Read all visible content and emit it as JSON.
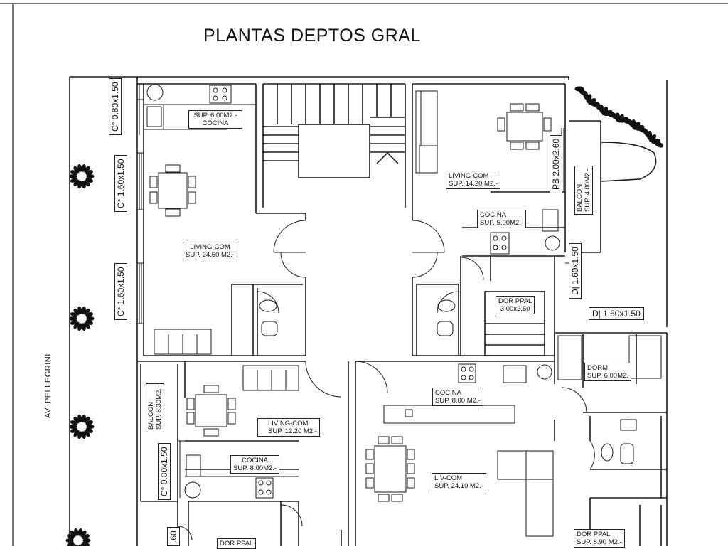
{
  "title": "PLANTAS DEPTOS GRAL",
  "street": "AV. PELLEGRINI",
  "rooms": {
    "kitchen_tl": {
      "area": "SUP. 6.00M2.-",
      "name": "COCINA"
    },
    "living_left": {
      "name": "LIVING-COM",
      "area": "SUP. 24.50 M2.-"
    },
    "living_tr": {
      "name": "LIVING-COM",
      "area": "SUP. 14.20 M2.-"
    },
    "kitchen_tr": {
      "name": "COCINA",
      "area": "SUP. 5.00M2.-"
    },
    "balcon_tr": {
      "name": "BALCON",
      "area": "SUP. 4.00M2.-"
    },
    "dor_ppal_tr": {
      "name": "DOR PPAL",
      "dims": "3.00x2.60"
    },
    "dorm_r": {
      "name": "DORM",
      "area": "SUP. 6.00M2."
    },
    "kitchen_center": {
      "name": "COCINA",
      "area": "SUP. 8.00 M2.-"
    },
    "living_bl": {
      "name": "LIVING-COM",
      "area": "SUP. 12.20 M2.-"
    },
    "kitchen_bl": {
      "name": "COCINA",
      "area": "SUP. 8.00M2.-"
    },
    "balcon_bl": {
      "name": "BALCON",
      "area": "SUP. 8.30M2.-"
    },
    "liv_com_br": {
      "name": "LIV-COM",
      "area": "SUP. 24.10 M2.-"
    },
    "dor_ppal_br": {
      "name": "DOR PPAL",
      "area": "SUP. 8.90 M2.-"
    },
    "dor_ppal_bl": {
      "name": "DOR PPAL"
    }
  },
  "openings": {
    "c_080_top": "C° 0.80x1.50",
    "c_160_a": "C° 1.60x1.50",
    "c_160_b": "C° 1.60x1.50",
    "c_080_bl": "C° 0.80x1.50",
    "pb_200": "PB 2.00x2.60",
    "d_160_v": "D| 1.60x1.50",
    "d_160_h": "D| 1.60x1.50",
    "partial_60": ".60"
  },
  "colors": {
    "line": "#1a1a1a",
    "plant": "#111111",
    "background": "#ffffff"
  }
}
